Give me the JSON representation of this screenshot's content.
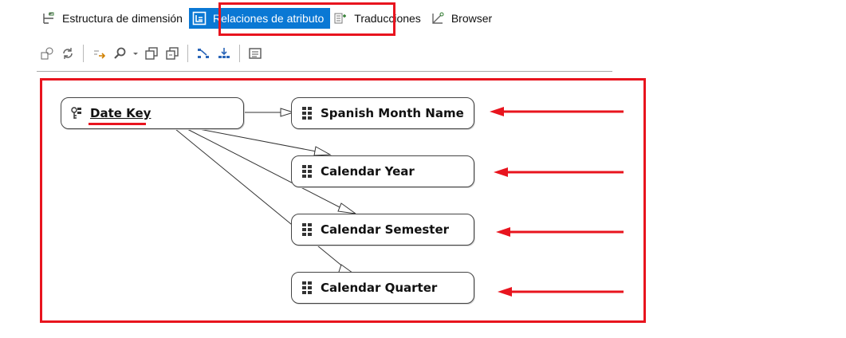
{
  "tabs": [
    {
      "label": "Estructura de dimensión",
      "icon": "dimension-structure-icon",
      "active": false
    },
    {
      "label": "Relaciones de atributo",
      "icon": "attribute-relationships-icon",
      "active": true
    },
    {
      "label": "Traducciones",
      "icon": "translations-icon",
      "active": false
    },
    {
      "label": "Browser",
      "icon": "browser-icon",
      "active": false
    }
  ],
  "toolbar": {
    "buttons": [
      "process-icon",
      "refresh-icon",
      "new-relationship-icon",
      "zoom-icon",
      "zoom-dropdown-icon",
      "expand-all-icon",
      "collapse-all-icon",
      "layout-icon",
      "arrange-icon",
      "properties-icon"
    ]
  },
  "diagram": {
    "root": {
      "label": "Date Key",
      "icon": "key-attribute-icon"
    },
    "attributes": [
      {
        "label": "Spanish Month Name",
        "icon": "attribute-icon"
      },
      {
        "label": "Calendar Year",
        "icon": "attribute-icon"
      },
      {
        "label": "Calendar Semester",
        "icon": "attribute-icon"
      },
      {
        "label": "Calendar Quarter",
        "icon": "attribute-icon"
      }
    ]
  },
  "colors": {
    "highlight": "#e8141e",
    "active_tab": "#0a78d4"
  }
}
